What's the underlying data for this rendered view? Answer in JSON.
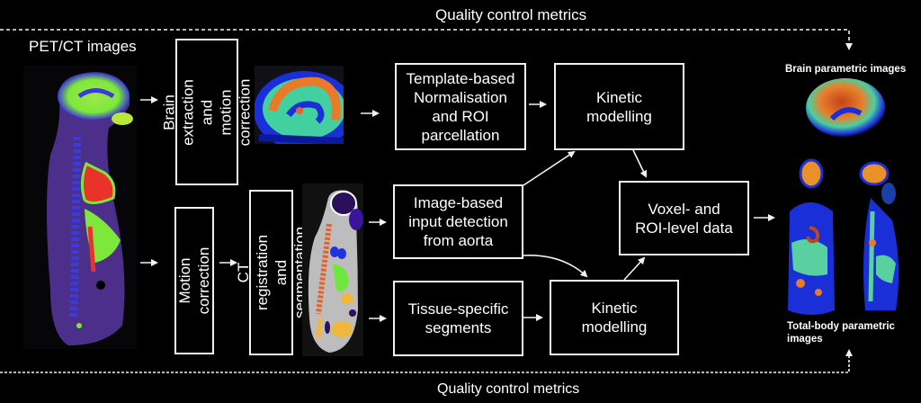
{
  "figure": {
    "qc_top_label": "Quality control metrics",
    "qc_bottom_label": "Quality control metrics",
    "input_label": "PET/CT images",
    "brain_output_label": "Brain parametric images",
    "body_output_label": "Total-body parametric\nimages"
  },
  "steps": {
    "brain_extraction": "Brain\nextraction and\nmotion correction",
    "motion_correction": "Motion correction",
    "ct_registration": "CT registration and\nsegmentation",
    "template_normalisation": "Template-based\nNormalisation\nand ROI\nparcellation",
    "kinetic_brain": "Kinetic\nmodelling",
    "input_detection": "Image-based\ninput detection\nfrom aorta",
    "voxel_roi_data": "Voxel- and\nROI-level data",
    "tissue_segments": "Tissue-specific\nsegments",
    "kinetic_body": "Kinetic\nmodelling"
  },
  "images": {
    "pet_ct": "pet-ct-sagittal-image",
    "brain_pet": "brain-pet-sagittal-image",
    "ct_segmentation": "ct-segmentation-image",
    "brain_parametric": "brain-parametric-image",
    "body_parametric_coronal": "total-body-parametric-coronal-image",
    "body_parametric_sagittal": "total-body-parametric-sagittal-image"
  },
  "colors": {
    "line": "#f2f2f2",
    "background": "#000000",
    "pet_hot": "#e8322a",
    "pet_green": "#7ee83a",
    "pet_blue": "#2233dd",
    "pet_purple": "#5a3fa8"
  }
}
